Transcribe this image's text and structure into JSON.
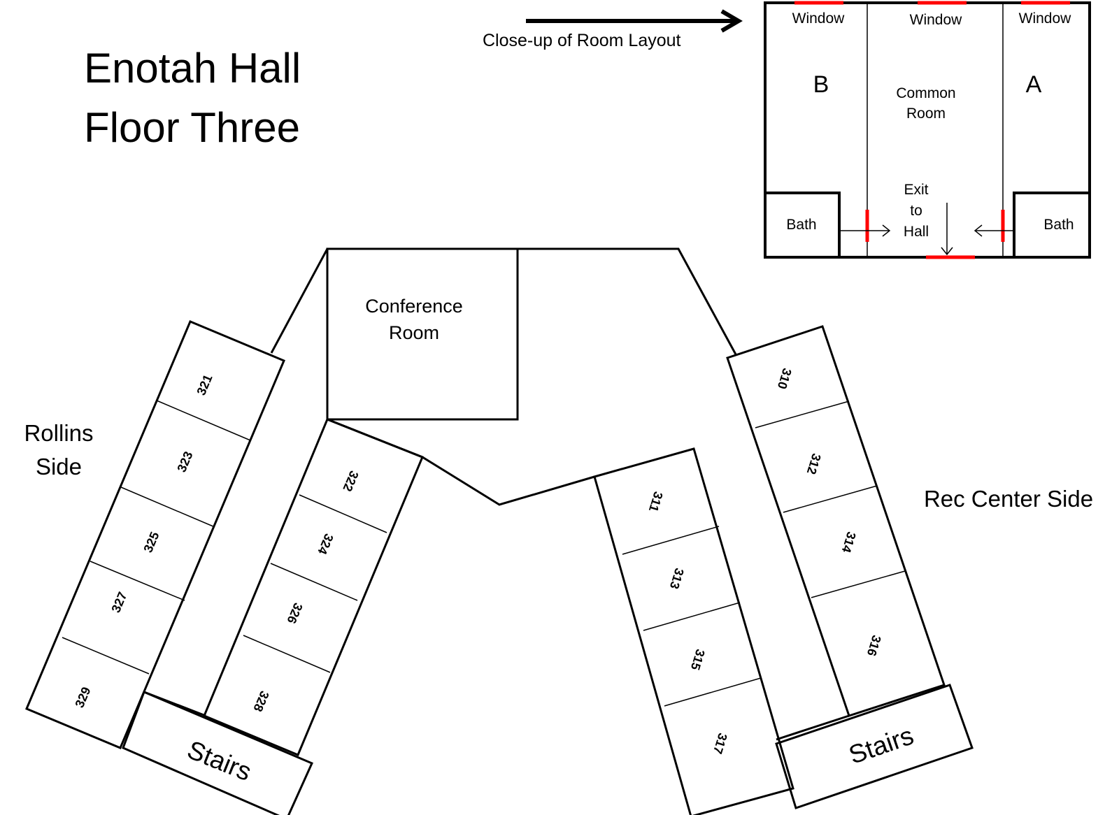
{
  "title": {
    "line1": "Enotah Hall",
    "line2": "Floor Three"
  },
  "closeup_caption": "Close-up  of Room Layout",
  "sides": {
    "rollins_line1": "Rollins",
    "rollins_line2": "Side",
    "rec_center": "Rec Center Side"
  },
  "conference": {
    "line1": "Conference",
    "line2": "Room"
  },
  "rooms": {
    "far_left": [
      "321",
      "323",
      "325",
      "327",
      "329"
    ],
    "inner_left": [
      "322",
      "324",
      "326",
      "328"
    ],
    "inner_right": [
      "311",
      "313",
      "315",
      "317"
    ],
    "far_right": [
      "310",
      "312",
      "314",
      "316"
    ]
  },
  "stairs_label": "Stairs",
  "layout": {
    "window": "Window",
    "room_b": "B",
    "room_a": "A",
    "common_line1": "Common",
    "common_line2": "Room",
    "exit_line1": "Exit",
    "exit_line2": "to",
    "exit_line3": "Hall",
    "bath": "Bath"
  },
  "colors": {
    "lines": "#000000",
    "doors_windows": "#ff0000"
  }
}
